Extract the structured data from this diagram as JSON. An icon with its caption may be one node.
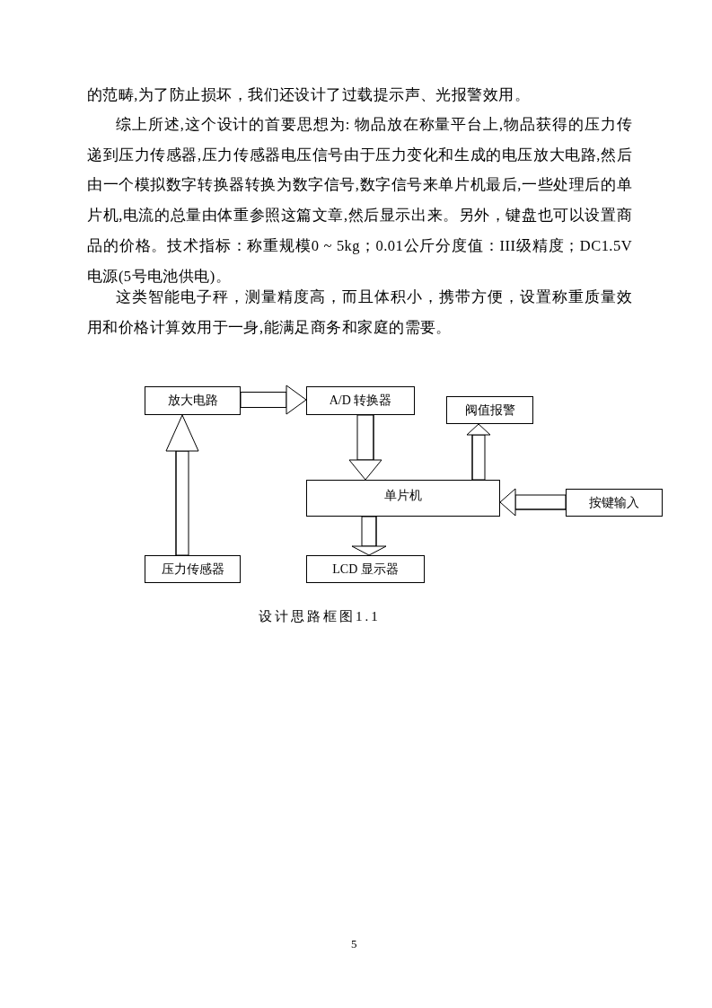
{
  "diagram": {
    "caption": "设计思路框图1.1",
    "nodes": [
      {
        "text": [
          "放大电路"
        ]
      },
      {
        "text": [
          "A/D 转换器"
        ]
      },
      {
        "text": [
          "阀值报警"
        ]
      },
      {
        "text": [
          "单片机"
        ]
      },
      {
        "text": [
          "按键输入"
        ]
      },
      {
        "text": [
          "压力传感器"
        ]
      },
      {
        "text": [
          "LCD 显示器"
        ]
      }
    ],
    "edges": [
      {
        "from": 5,
        "to": 0,
        "arrow": "to"
      },
      {
        "from": 0,
        "to": 1,
        "arrow": "to"
      },
      {
        "from": 1,
        "to": 3,
        "arrow": "to"
      },
      {
        "from": 3,
        "to": 2,
        "arrow": "to"
      },
      {
        "from": 4,
        "to": 3,
        "arrow": "to"
      },
      {
        "from": 3,
        "to": 6,
        "arrow": "to"
      }
    ],
    "labels": [
      "的范畴,为了防止损坏，我们还设计了过载提示声、光报警效用。",
      "综上所述,这个设计的首要思想为: 物品放在称量平台上,物品获得的压力传递到压力传感器,压力传感器电压信号由于压力变化和生成的电压放大电路,然后由一个模拟数字转换器转换为数字信号,数字信号来单片机最后,一些处理后的单片机,电流的总量由体重参照这篇文章,然后显示出来。另外，键盘也可以设置商品的价格。技术指标：称重规模0 ~ 5kg；0.01公斤分度值：III级精度；DC1.5V电源(5号电池供电)。",
      "这类智能电子秤，测量精度高，而且体积小，携带方便，设置称重质量效用和价格计算效用于一身,能满足商务和家庭的需要。",
      "5"
    ]
  }
}
